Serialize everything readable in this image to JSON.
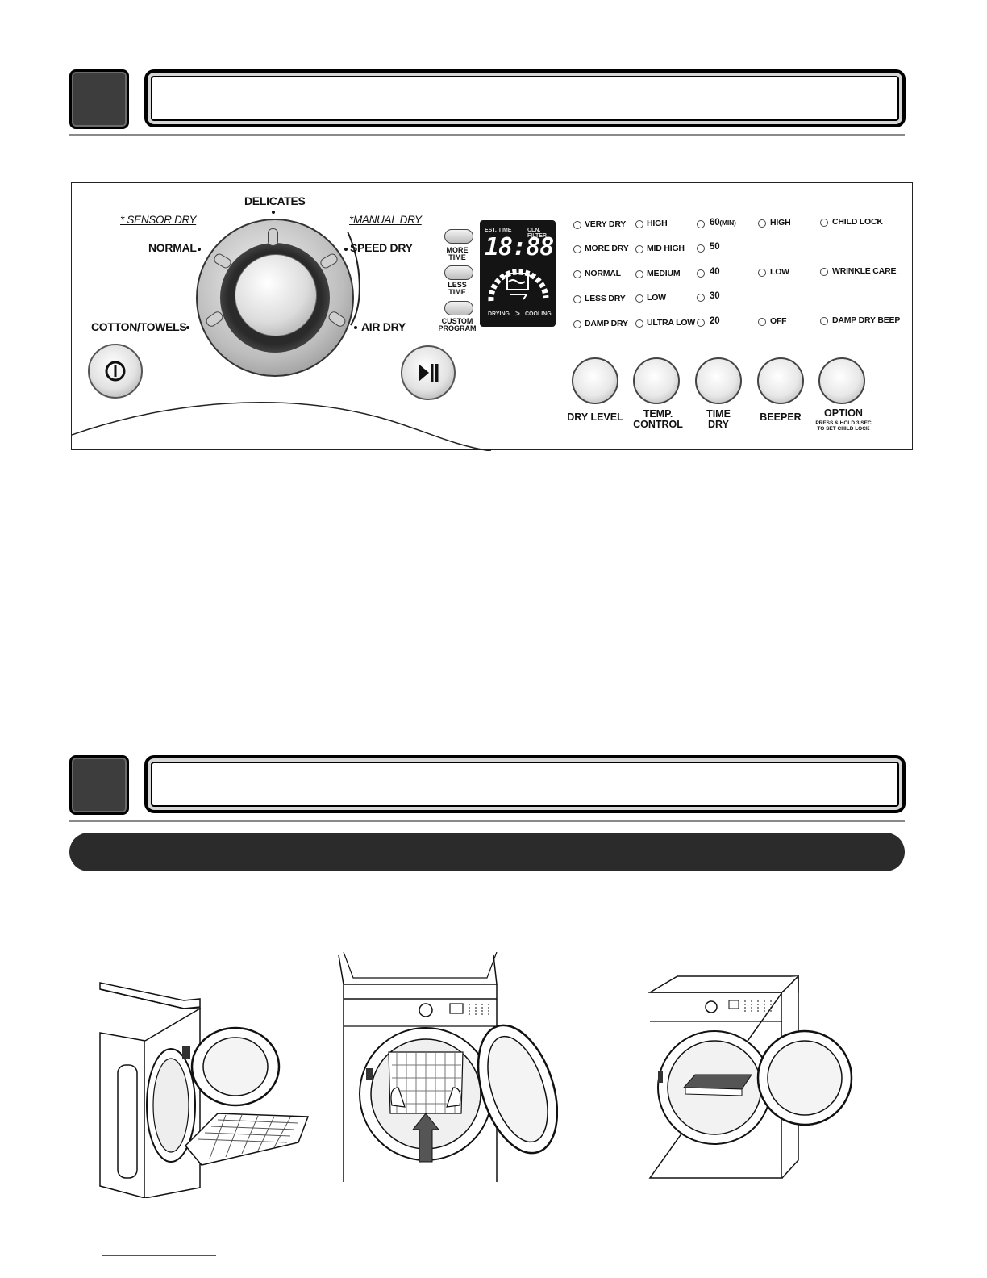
{
  "panel": {
    "dial_group_labels": {
      "sensor": "* SENSOR DRY",
      "manual": "*MANUAL DRY"
    },
    "cycles": {
      "delicates": "DELICATES",
      "normal": "NORMAL",
      "speed_dry": "SPEED DRY",
      "cotton_towels": "COTTON/TOWELS",
      "air_dry": "AIR DRY"
    },
    "small_buttons": {
      "more_time": [
        "MORE",
        "TIME"
      ],
      "less_time": [
        "LESS",
        "TIME"
      ],
      "custom_program": [
        "CUSTOM",
        "PROGRAM"
      ]
    },
    "display": {
      "est_time": "EST. TIME",
      "clean_filter": "CLN. FILTER",
      "digits": "18:88",
      "drying": "DRYING",
      "arrow": ">",
      "cooling": "COOLING"
    },
    "options": {
      "dry_level": [
        "VERY DRY",
        "MORE DRY",
        "NORMAL",
        "LESS DRY",
        "DAMP DRY"
      ],
      "temp": [
        "HIGH",
        "MID HIGH",
        "MEDIUM",
        "LOW",
        "ULTRA LOW"
      ],
      "time_dry": [
        "60",
        "50",
        "40",
        "30",
        "20"
      ],
      "time_unit": "(MIN)",
      "beeper": [
        "HIGH",
        "LOW",
        "OFF"
      ],
      "option": [
        "CHILD LOCK",
        "WRINKLE CARE",
        "DAMP DRY BEEP"
      ]
    },
    "buttons": {
      "dry_level": [
        "DRY LEVEL"
      ],
      "temp_control": [
        "TEMP.",
        "CONTROL"
      ],
      "time_dry": [
        "TIME",
        "DRY"
      ],
      "beeper": [
        "BEEPER"
      ],
      "option": [
        "OPTION"
      ],
      "option_note": [
        "PRESS & HOLD 3 SEC",
        "TO SET CHILD LOCK"
      ]
    }
  },
  "icons": {
    "power": "power-icon",
    "start_pause": "play-pause-icon"
  }
}
